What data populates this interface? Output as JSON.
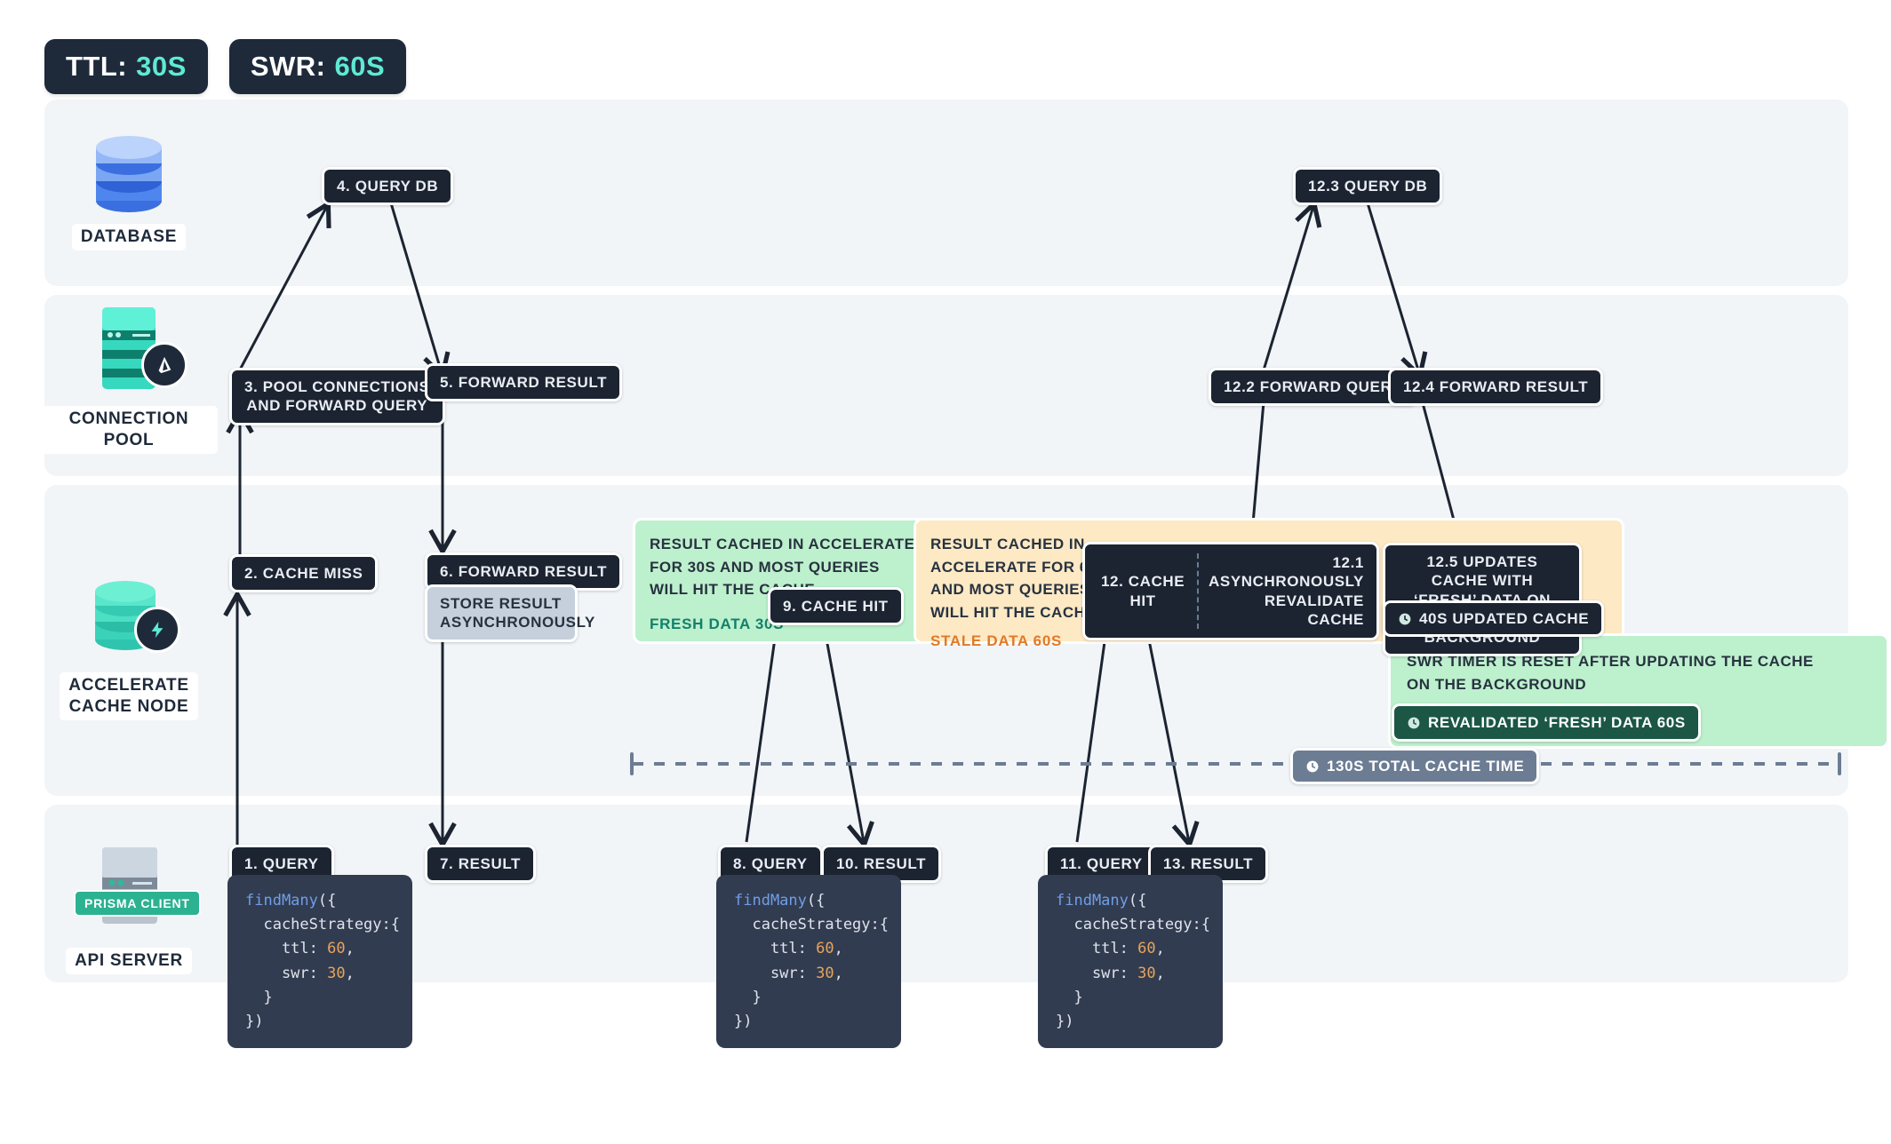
{
  "header": {
    "ttl_label": "TTL:",
    "ttl_value": "30S",
    "swr_label": "SWR:",
    "swr_value": "60S"
  },
  "lanes": [
    {
      "id": "database",
      "label": "DATABASE",
      "icon": "database-stack-icon"
    },
    {
      "id": "connection-pool",
      "label": "CONNECTION POOL",
      "icon": "server-rack-icon",
      "badge": "prisma-logo-icon"
    },
    {
      "id": "accelerate-cache",
      "label": "ACCELERATE\nCACHE NODE",
      "icon": "cache-database-icon",
      "badge": "lightning-bolt-icon"
    },
    {
      "id": "api-server",
      "label": "API SERVER",
      "icon": "server-icon",
      "badge_label": "PRISMA CLIENT"
    }
  ],
  "steps": {
    "s1": "1. QUERY",
    "s2": "2. CACHE MISS",
    "s3": "3. POOL CONNECTIONS\nAND FORWARD QUERY",
    "s4": "4. QUERY DB",
    "s5": "5. FORWARD RESULT",
    "s6": "6. FORWARD RESULT",
    "s6b": "STORE RESULT\nASYNCHRONOUSLY",
    "s7": "7. RESULT",
    "s8": "8. QUERY",
    "s9": "9. CACHE HIT",
    "s10": "10. RESULT",
    "s11": "11. QUERY",
    "s12": "12. CACHE HIT",
    "s12_1": "12.1 ASYNCHRONOUSLY\nREVALIDATE CACHE",
    "s12_2": "12.2 FORWARD QUERY",
    "s12_3": "12.3 QUERY DB",
    "s12_4": "12.4 FORWARD RESULT",
    "s12_5": "12.5 UPDATES CACHE WITH\n‘FRESH’ DATA ON THE\nBACKGROUND",
    "s13": "13. RESULT"
  },
  "panels": {
    "fresh": {
      "text": "RESULT CACHED IN ACCELERATE\nFOR 30S AND MOST QUERIES\nWILL HIT THE CACHE.",
      "tag": "FRESH DATA  30S",
      "tag_color": "#13806a",
      "bg": "#bdf0cd"
    },
    "stale": {
      "text": "RESULT CACHED IN\nACCELERATE FOR 60S\nAND MOST QUERIES\nWILL HIT THE CACHE",
      "tag": "STALE DATA  60S",
      "tag_color": "#e07a2a",
      "bg": "#fde9c4"
    },
    "swr_reset": {
      "text": "SWR TIMER  IS RESET AFTER UPDATING THE CACHE\nON THE BACKGROUND",
      "tag": "REVALIDATED ‘FRESH’ DATA  60S",
      "bg": "#bdf0cd"
    },
    "updated_cache_tag": "40S  UPDATED CACHE",
    "timeline_tag": "130S TOTAL CACHE TIME"
  },
  "code_blocks": [
    {
      "id": "code-query-1",
      "lines": [
        {
          "fn": "findMany",
          "rest": "({"
        },
        {
          "text": "  cacheStrategy:{"
        },
        {
          "text": "    ttl: ",
          "num": "60",
          "after": ","
        },
        {
          "text": "    swr: ",
          "num": "30",
          "after": ","
        },
        {
          "text": "  }"
        },
        {
          "text": "})"
        }
      ]
    },
    {
      "id": "code-query-2",
      "lines": [
        {
          "fn": "findMany",
          "rest": "({"
        },
        {
          "text": "  cacheStrategy:{"
        },
        {
          "text": "    ttl: ",
          "num": "60",
          "after": ","
        },
        {
          "text": "    swr: ",
          "num": "30",
          "after": ","
        },
        {
          "text": "  }"
        },
        {
          "text": "})"
        }
      ]
    },
    {
      "id": "code-query-3",
      "lines": [
        {
          "fn": "findMany",
          "rest": "({"
        },
        {
          "text": "  cacheStrategy:{"
        },
        {
          "text": "    ttl: ",
          "num": "60",
          "after": ","
        },
        {
          "text": "    swr: ",
          "num": "30",
          "after": ","
        },
        {
          "text": "  }"
        },
        {
          "text": "})"
        }
      ]
    }
  ],
  "colors": {
    "dark": "#1c2431",
    "accent_teal": "#5eead4",
    "lane_bg": "#f1f5f8",
    "green_panel": "#bdf0cd",
    "orange_panel": "#fde9c4",
    "slate": "#6c7c93"
  }
}
